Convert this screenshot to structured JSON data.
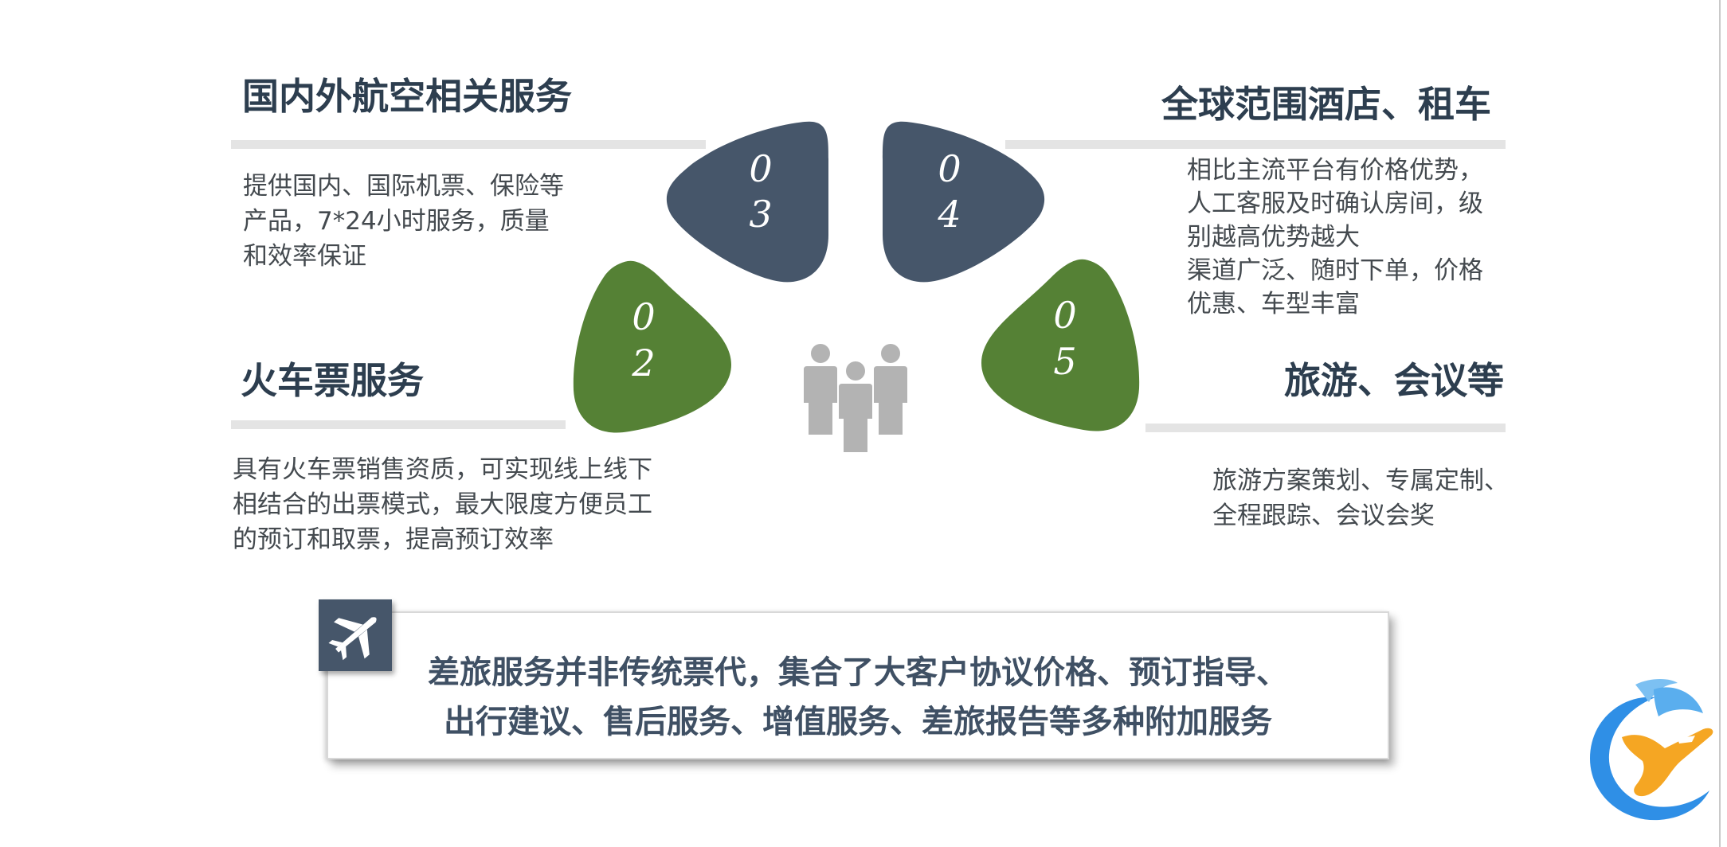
{
  "services": {
    "air": {
      "title": "国内外航空相关服务",
      "desc": [
        "提供国内、国际机票、保险等",
        "产品，7*24小时服务，质量",
        "和效率保证"
      ]
    },
    "train": {
      "title": "火车票服务",
      "desc": [
        "具有火车票销售资质，可实现线上线下",
        "相结合的出票模式，最大限度方便员工",
        "的预订和取票，提高预订效率"
      ]
    },
    "hotel": {
      "title": "全球范围酒店、租车",
      "desc": [
        "相比主流平台有价格优势，",
        "人工客服及时确认房间，级",
        "别越高优势越大",
        "渠道广泛、随时下单，价格",
        "优惠、车型丰富"
      ]
    },
    "travel": {
      "title": "旅游、会议等",
      "desc": [
        "旅游方案策划、专属定制、",
        "全程跟踪、会议会奖"
      ]
    }
  },
  "petals": {
    "p02": [
      "0",
      "2"
    ],
    "p03": [
      "0",
      "3"
    ],
    "p04": [
      "0",
      "4"
    ],
    "p05": [
      "0",
      "5"
    ]
  },
  "summary": {
    "line1": "差旅服务并非传统票代，集合了大客户协议价格、预订指导、",
    "line2": "出行建议、售后服务、增值服务、差旅报告等多种附加服务"
  },
  "icons": {
    "center": "people-group-icon",
    "badge": "airplane-icon",
    "logo": "company-logo"
  },
  "colors": {
    "navy": "#46566a",
    "green": "#558135",
    "title": "#2d3e4f",
    "bar": "#e4e4e4",
    "people": "#b3b3b3",
    "logo_blue": "#2f8fe6",
    "logo_orange": "#f5a623"
  }
}
